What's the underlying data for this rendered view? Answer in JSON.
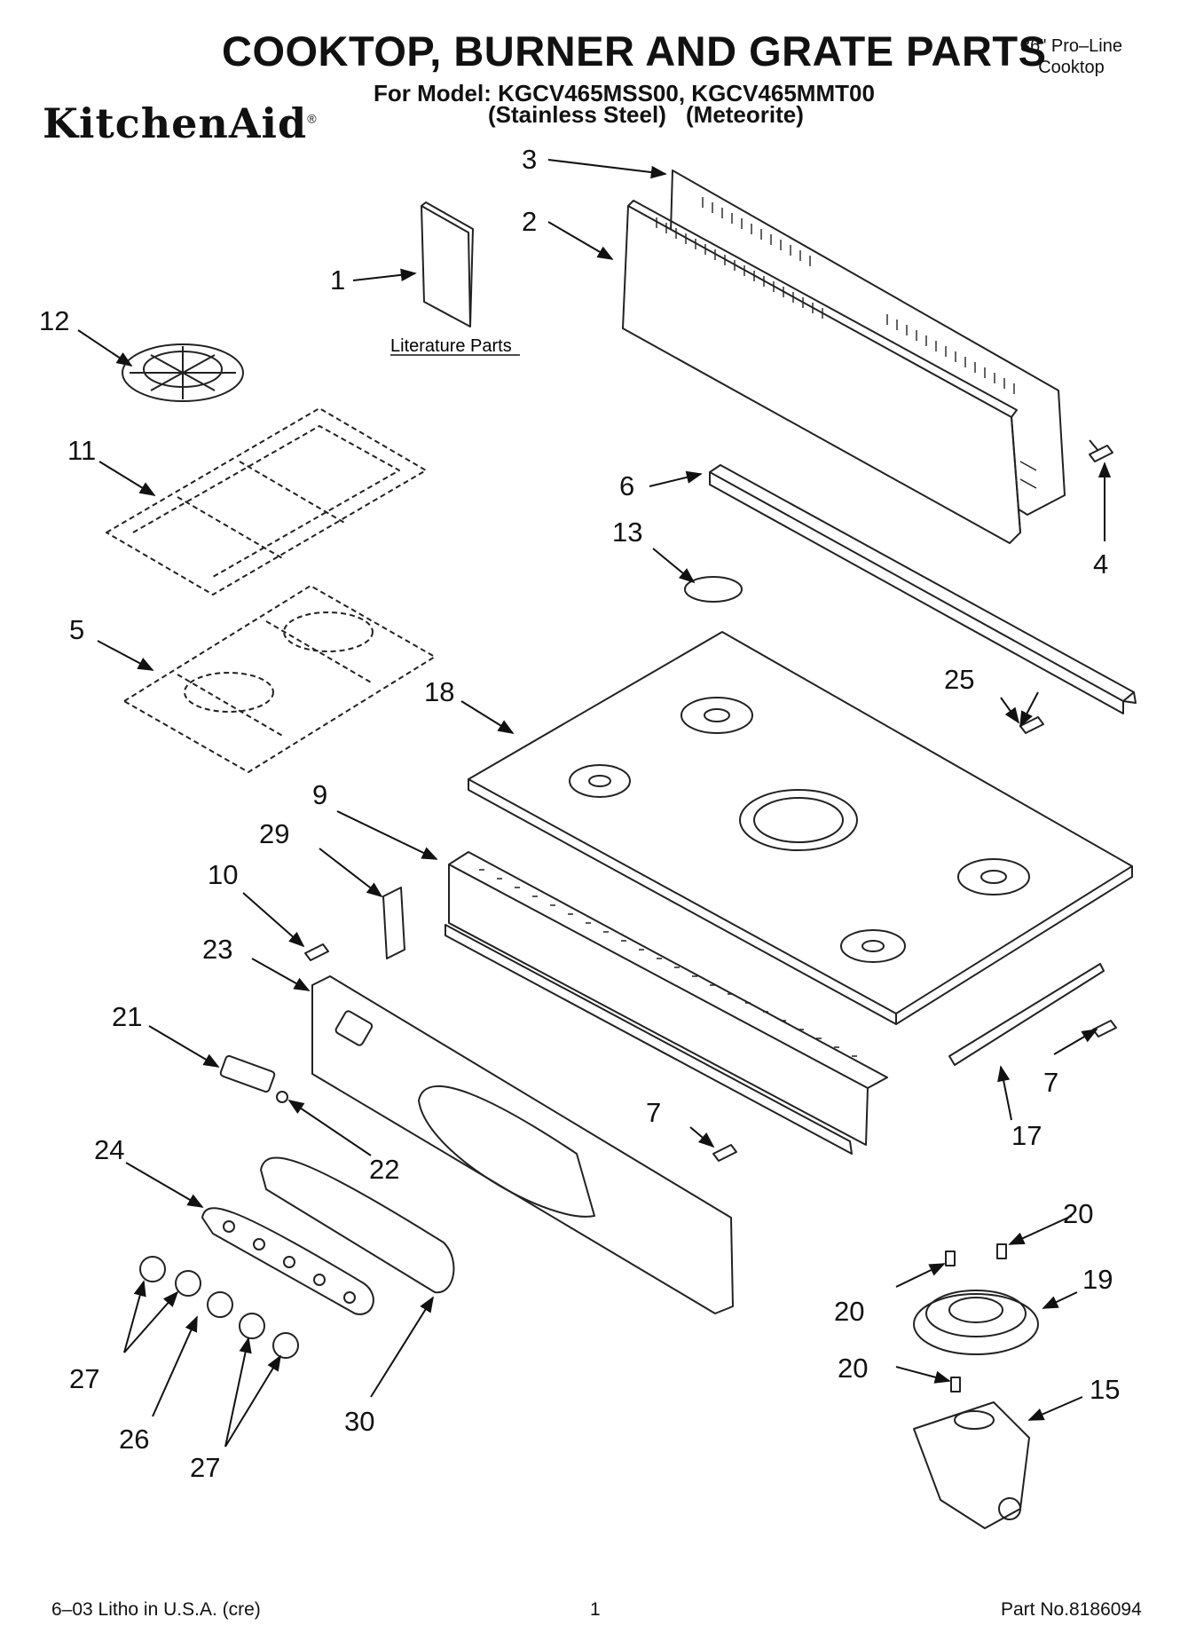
{
  "header": {
    "title": "COOKTOP, BURNER AND GRATE PARTS",
    "model_line": "For Model: KGCV465MSS00, KGCV465MMT00",
    "finish_1": "(Stainless Steel)",
    "finish_2": "(Meteorite)",
    "product_line_1": "36\" Pro–Line",
    "product_line_2": "Cooktop",
    "brand_logo": "KitchenAid"
  },
  "labels": {
    "literature_parts": "Literature Parts"
  },
  "callouts": {
    "c1": "1",
    "c2": "2",
    "c3": "3",
    "c4": "4",
    "c5": "5",
    "c6": "6",
    "c7a": "7",
    "c7b": "7",
    "c9": "9",
    "c10": "10",
    "c11": "11",
    "c12": "12",
    "c13": "13",
    "c15": "15",
    "c17": "17",
    "c18": "18",
    "c19": "19",
    "c20a": "20",
    "c20b": "20",
    "c20c": "20",
    "c21": "21",
    "c22": "22",
    "c23": "23",
    "c24": "24",
    "c25": "25",
    "c26": "26",
    "c27a": "27",
    "c27b": "27",
    "c29": "29",
    "c30": "30"
  },
  "footer": {
    "left": "6–03 Litho in U.S.A. (cre)",
    "page": "1",
    "part_no": "Part No.8186094"
  }
}
